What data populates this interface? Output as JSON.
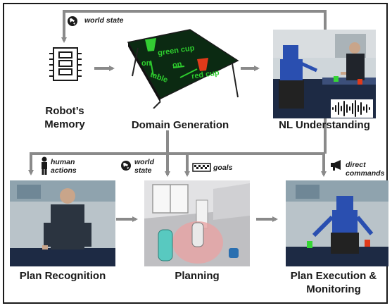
{
  "colors": {
    "arrow": "#8a8a8a",
    "border": "#1a1a1a",
    "green_text": "#2ecc2e",
    "red_cup": "#e03a1a",
    "table_green": "#0b2a12",
    "robot_blue": "#2a4fb0",
    "floor_dark": "#1d2a44",
    "sim_floor": "#bfbfc2",
    "sim_zone": "#e8a4a4"
  },
  "nodes": {
    "memory": "Robot’s\nMemory",
    "domain": "Domain Generation",
    "nl": "NL Understanding",
    "recognition": "Plan Recognition",
    "planning": "Planning",
    "execution": "Plan Execution &\nMonitoring"
  },
  "annotations": {
    "world_state_top": "world state",
    "world_state_mid": "world\nstate",
    "goals": "goals",
    "human_actions": "human\nactions",
    "direct_commands": "direct\ncommands"
  },
  "domain_image": {
    "green_cup": "green cup",
    "on_left": "on",
    "on_right": "on",
    "table": "table",
    "red_cup": "red cup"
  },
  "icons": [
    "globe-icon",
    "memory-chip-icon",
    "person-icon",
    "goal-flag-icon",
    "megaphone-icon",
    "waveform-icon"
  ]
}
